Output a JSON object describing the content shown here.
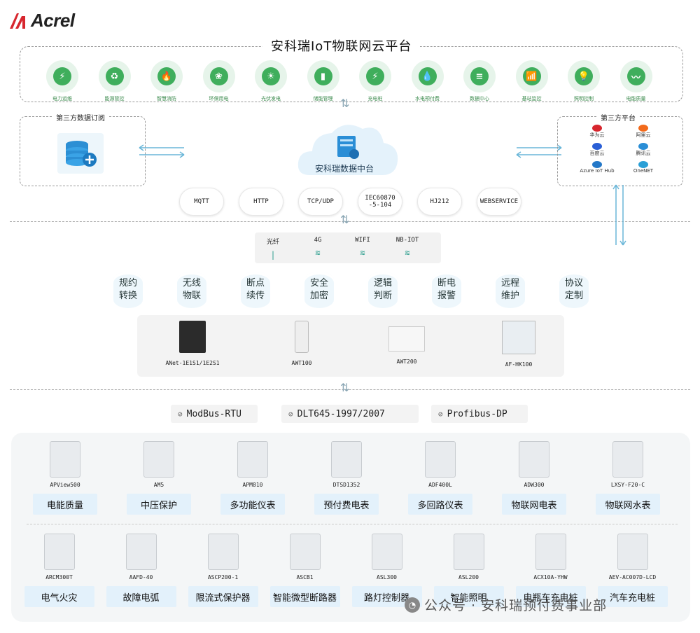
{
  "brand": {
    "name": "Acrel"
  },
  "cloud_platform": {
    "title": "安科瑞IoT物联网云平台",
    "apps": [
      {
        "label": "电力运维",
        "icon": "power-maintenance-icon",
        "glyph": "⚡"
      },
      {
        "label": "能源管控",
        "icon": "energy-control-icon",
        "glyph": "♻"
      },
      {
        "label": "智慧消防",
        "icon": "fire-protection-icon",
        "glyph": "🔥"
      },
      {
        "label": "环保用电",
        "icon": "eco-power-icon",
        "glyph": "❀"
      },
      {
        "label": "光伏发电",
        "icon": "solar-icon",
        "glyph": "☀"
      },
      {
        "label": "储能管理",
        "icon": "storage-icon",
        "glyph": "▮"
      },
      {
        "label": "充电桩",
        "icon": "charger-icon",
        "glyph": "⚡"
      },
      {
        "label": "水电预付费",
        "icon": "prepay-icon",
        "glyph": "💧"
      },
      {
        "label": "数据中心",
        "icon": "data-center-icon",
        "glyph": "≡"
      },
      {
        "label": "基站监控",
        "icon": "base-station-icon",
        "glyph": "📶"
      },
      {
        "label": "照明控制",
        "icon": "lighting-icon",
        "glyph": "💡"
      },
      {
        "label": "电能质量",
        "icon": "power-quality-icon",
        "glyph": "〰"
      }
    ]
  },
  "third_party_data": {
    "title": "第三方数据订阅"
  },
  "data_hub": {
    "label": "安科瑞数据中台"
  },
  "third_party_platform": {
    "title": "第三方平台",
    "logos": [
      {
        "label": "华为云",
        "icon": "huawei-cloud-icon"
      },
      {
        "label": "阿里云",
        "icon": "aliyun-icon"
      },
      {
        "label": "百度云",
        "icon": "baidu-cloud-icon"
      },
      {
        "label": "腾讯云",
        "icon": "tencent-cloud-icon"
      },
      {
        "label": "Azure IoT Hub",
        "icon": "azure-icon"
      },
      {
        "label": "OneNET",
        "icon": "onenet-icon"
      }
    ]
  },
  "protocols": [
    "MQTT",
    "HTTP",
    "TCP/UDP",
    "IEC60870\n-5-104",
    "HJ212",
    "WEBSERVICE"
  ],
  "comm": [
    {
      "label": "光纤",
      "icon": "fiber-icon"
    },
    {
      "label": "4G",
      "icon": "wifi-icon"
    },
    {
      "label": "WIFI",
      "icon": "wifi-icon"
    },
    {
      "label": "NB-IOT",
      "icon": "wifi-icon"
    }
  ],
  "features": [
    "规约\n转换",
    "无线\n物联",
    "断点\n续传",
    "安全\n加密",
    "逻辑\n判断",
    "断电\n报警",
    "远程\n维护",
    "协议\n定制"
  ],
  "gateways": [
    "ANet-1E1S1/1E2S1",
    "AWT100",
    "AWT200",
    "AF-HK100"
  ],
  "buses": [
    "ModBus-RTU",
    "DLT645-1997/2007",
    "Profibus-DP"
  ],
  "field_row1": [
    {
      "model": "APView500",
      "tag": "电能质量"
    },
    {
      "model": "AM5",
      "tag": "中压保护"
    },
    {
      "model": "APM810",
      "tag": "多功能仪表"
    },
    {
      "model": "DTSD1352",
      "tag": "预付费电表"
    },
    {
      "model": "ADF400L",
      "tag": "多回路仪表"
    },
    {
      "model": "ADW300",
      "tag": "物联网电表"
    },
    {
      "model": "LXSY-F20-C",
      "tag": "物联网水表"
    }
  ],
  "field_row2": [
    {
      "model": "ARCM300T",
      "tag": "电气火灾"
    },
    {
      "model": "AAFD-40",
      "tag": "故障电弧"
    },
    {
      "model": "ASCP200-1",
      "tag": "限流式保护器"
    },
    {
      "model": "ASCB1",
      "tag": "智能微型断路器"
    },
    {
      "model": "ASL300",
      "tag": "路灯控制器"
    },
    {
      "model": "ASL200",
      "tag": "智能照明"
    },
    {
      "model": "ACX10A-YHW",
      "tag": "电瓶车充电桩"
    },
    {
      "model": "AEV-AC007D-LCD",
      "tag": "汽车充电桩"
    }
  ],
  "watermark": "公众号 · 安科瑞预付费事业部",
  "colors": {
    "accent_green": "#3fae5c",
    "brand_red": "#d7262e",
    "tag_blue": "#e3f1fb"
  }
}
